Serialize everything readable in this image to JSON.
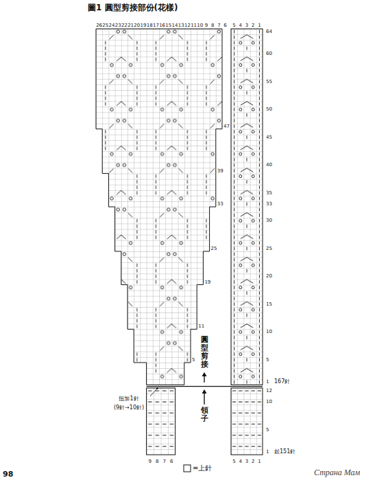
{
  "diagram": {
    "title": "圖1 圓型剪接部份(花樣)",
    "labels": [
      "26",
      "25",
      "24",
      "23",
      "22",
      "21",
      "20",
      "19",
      "18",
      "17",
      "16",
      "15",
      "14",
      "13",
      "12",
      "11",
      "10",
      "9",
      "8",
      "7",
      "6",
      "5",
      "4",
      "3",
      "2",
      "1",
      "47",
      "39",
      "33",
      "25",
      "19",
      "11",
      "5",
      "64",
      "60",
      "55",
      "50",
      "45",
      "40",
      "35",
      "33",
      "30",
      "25",
      "20",
      "15",
      "10",
      "5",
      "1",
      "167針",
      "12",
      "10",
      "5",
      "1",
      "起151針",
      "圓型剪接",
      "領子",
      "扭加1針",
      "(9針→10針)",
      "9",
      "8",
      "7",
      "6",
      "5",
      "4",
      "3",
      "2",
      "1",
      "98",
      "Страна Мам"
    ],
    "legend": [
      {
        "text": "=上針"
      }
    ]
  }
}
